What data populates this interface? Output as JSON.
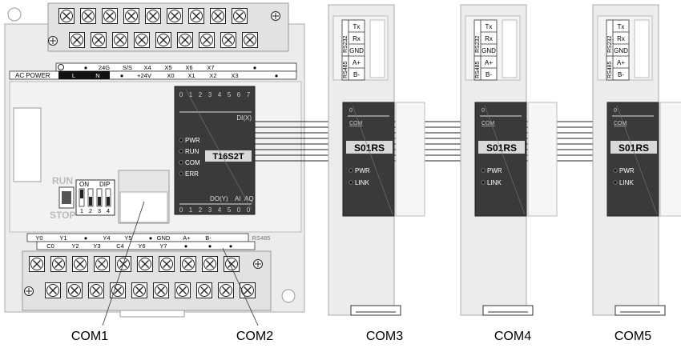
{
  "plc": {
    "model": "T16S2T",
    "ac_power": "AC POWER",
    "top_row1": [
      "",
      "●",
      "24G",
      "S/S",
      "X4",
      "X5",
      "X6",
      "X7",
      "",
      "●"
    ],
    "top_row2": [
      "L",
      "N",
      "●",
      "+24V",
      "X0",
      "X1",
      "X2",
      "X3",
      "",
      "●"
    ],
    "di_numbers": [
      "0",
      "1",
      "2",
      "3",
      "4",
      "5",
      "6",
      "7"
    ],
    "di_label": "DI(X)",
    "leds": [
      "PWR",
      "RUN",
      "COM",
      "ERR"
    ],
    "do_label": "DO(Y)",
    "ai_label": "AI",
    "aq_label": "AQ",
    "do_numbers": [
      "0",
      "1",
      "2",
      "3",
      "4",
      "5",
      "0",
      "0"
    ],
    "run": "RUN",
    "stop": "STOP",
    "dip_on": "ON",
    "dip_label": "DIP",
    "dip_numbers": [
      "1",
      "2",
      "3",
      "4"
    ],
    "bot_row1": [
      "Y0",
      "Y1",
      "●",
      "Y4",
      "Y5",
      "●",
      "GND",
      "A+",
      "B-",
      "RS485"
    ],
    "bot_row2": [
      "C0",
      "Y2",
      "Y3",
      "C4",
      "Y6",
      "Y7",
      "●",
      "●",
      "●"
    ]
  },
  "module": {
    "rs232": "RS232",
    "rs485": "RS485",
    "ports": [
      "Tx",
      "Rx",
      "GND",
      "A+",
      "B-"
    ],
    "zero": "0",
    "com": "COM",
    "model": "S01RS",
    "leds": [
      "PWR",
      "LINK"
    ]
  },
  "callouts": [
    "COM1",
    "COM2",
    "COM3",
    "COM4",
    "COM5"
  ]
}
